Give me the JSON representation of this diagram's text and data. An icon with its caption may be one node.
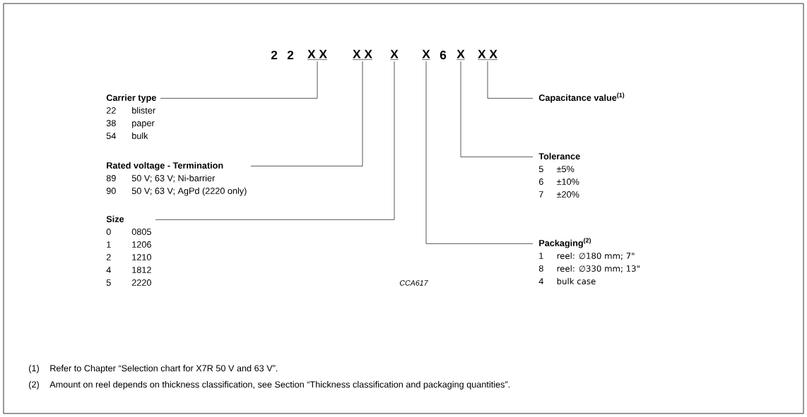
{
  "diagram": {
    "nodes": [
      {
        "text": [
          "X X"
        ]
      },
      {
        "text": [
          "X X"
        ]
      },
      {
        "text": [
          "X"
        ]
      },
      {
        "text": [
          "X"
        ]
      },
      {
        "text": [
          "X"
        ]
      },
      {
        "text": [
          "X X"
        ]
      },
      {
        "text": [
          "Carrier type",
          "22",
          "blister",
          "38",
          "paper",
          "54",
          "bulk"
        ]
      },
      {
        "text": [
          "Capacitance value$^{(1)}$"
        ]
      },
      {
        "text": [
          "Tolerance",
          "5",
          "±5%",
          "6",
          "±10%",
          "7",
          "±20%"
        ]
      },
      {
        "text": [
          "Rated voltage - Termination",
          "89",
          "50 V; 63 V; Ni-barrier",
          "90",
          "50 V; 63 V; AgPd (2220 only)"
        ]
      },
      {
        "text": [
          "Size",
          "0",
          "0805",
          "1",
          "1206",
          "2",
          "1210",
          "4",
          "1812",
          "5",
          "2220"
        ]
      },
      {
        "text": [
          "Packaging$^{(2)}$",
          "1",
          "reel: ∅180 mm; 7\"",
          "8",
          "reel: ∅330 mm; 13\"",
          "4",
          "bulk case"
        ]
      }
    ],
    "edges": [
      {
        "from": 0,
        "to": 6,
        "arrow": "none"
      },
      {
        "from": 1,
        "to": 9,
        "arrow": "none"
      },
      {
        "from": 2,
        "to": 10,
        "arrow": "none"
      },
      {
        "from": 3,
        "to": 11,
        "arrow": "none"
      },
      {
        "from": 4,
        "to": 8,
        "arrow": "none"
      },
      {
        "from": 5,
        "to": 7,
        "arrow": "none"
      }
    ],
    "labels": [
      "2",
      "2",
      "6",
      "CCA617",
      "(1)",
      "Refer to Chapter “Selection chart for X7R 50 V and 63 V”.",
      "(2)",
      "Amount on reel depends on thickness classification, see Section “Thickness classification and packaging quantities”."
    ]
  }
}
